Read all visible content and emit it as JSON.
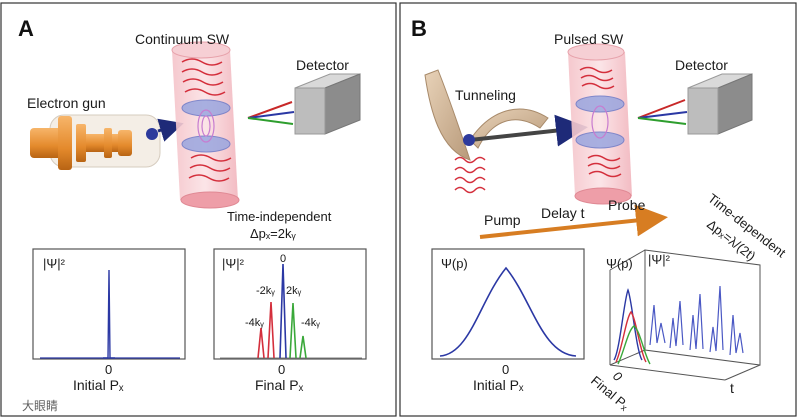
{
  "panel_a": {
    "letter": "A",
    "labels": {
      "continuum_sw": "Continuum SW",
      "detector": "Detector",
      "electron_gun": "Electron gun",
      "time_independent": "Time-independent",
      "delta_p": "Δpₓ=2kᵧ"
    },
    "plot_initial": {
      "ylabel": "|Ψ|²",
      "zero": "0",
      "xlabel": "Initial Pₓ"
    },
    "plot_final": {
      "ylabel": "|Ψ|²",
      "zero_top": "0",
      "zero": "0",
      "xlabel": "Final Pₓ",
      "peak_labels": [
        "-2kᵧ",
        "2kᵧ",
        "-4kᵧ",
        "-4kᵧ"
      ]
    }
  },
  "panel_b": {
    "letter": "B",
    "labels": {
      "pulsed_sw": "Pulsed SW",
      "detector": "Detector",
      "tunneling": "Tunneling",
      "pump": "Pump",
      "delay": "Delay t",
      "probe": "Probe",
      "time_dependent": "Time-dependent",
      "delta_p": "Δpₓ=λ/(2t)"
    },
    "plot_initial": {
      "ylabel": "Ψ(p)",
      "zero": "0",
      "xlabel": "Initial Pₓ"
    },
    "plot_3d": {
      "psi_label": "Ψ(p)",
      "mod_label": "|Ψ|²",
      "zero": "0",
      "final_label": "Final Pₓ",
      "t_label": "t"
    }
  },
  "watermark": "大眼睛"
}
